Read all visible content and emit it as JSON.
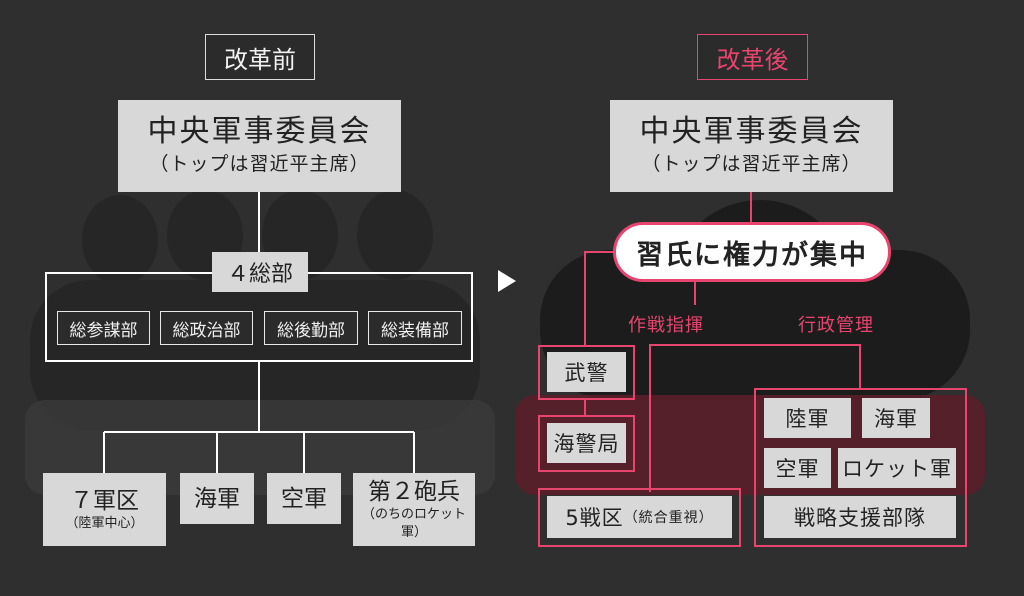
{
  "before": {
    "header": "改革前",
    "cmc": {
      "title": "中央軍事委員会",
      "subtitle": "（トップは習近平主席）"
    },
    "general_depts": {
      "label": "４総部",
      "items": [
        "総参謀部",
        "総政治部",
        "総後勤部",
        "総装備部"
      ]
    },
    "branches": [
      {
        "main": "７軍区",
        "sub": "（陸軍中心）"
      },
      {
        "main": "海軍",
        "sub": ""
      },
      {
        "main": "空軍",
        "sub": ""
      },
      {
        "main": "第２砲兵",
        "sub": "（のちのロケット軍）"
      }
    ]
  },
  "after": {
    "header": "改革後",
    "cmc": {
      "title": "中央軍事委員会",
      "subtitle": "（トップは習近平主席）"
    },
    "power": "習氏に権力が集中",
    "command_label": "作戦指揮",
    "admin_label": "行政管理",
    "armed_police": "武警",
    "coast_guard": "海警局",
    "theaters": {
      "main": "5戦区",
      "sub": "（統合重視）"
    },
    "services": [
      "陸軍",
      "海軍",
      "空軍",
      "ロケット軍",
      "戦略支援部隊"
    ]
  },
  "colors": {
    "accent": "#e8456e",
    "background": "#2f2f2f",
    "box": "#d8d8d8"
  },
  "icons": {
    "divider": "play-arrow-icon"
  }
}
